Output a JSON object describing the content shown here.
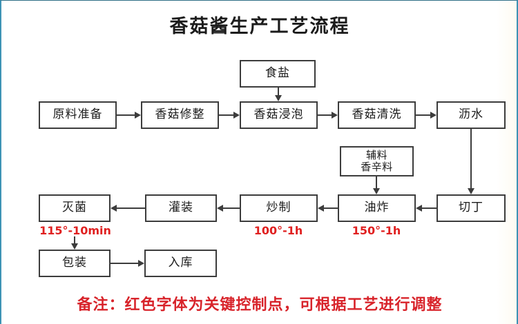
{
  "title": "香菇酱生产工艺流程",
  "footer": "备注：红色字体为关键控制点，可根据工艺进行调整",
  "colors": {
    "box_border": "#3c3c3c",
    "connector": "#3c3c3c",
    "highlight_red": "#e02020",
    "footer_red": "#d8232a",
    "page_border": "#3d93b5",
    "background": "#ffffff"
  },
  "chart_data": {
    "type": "diagram",
    "diagram_kind": "process-flowchart",
    "title": "香菇酱生产工艺流程",
    "direction": "serpentine: row1 left-to-right, row2 right-to-left, row3 left-to-right",
    "nodes": [
      {
        "id": "salt",
        "label": "食盐",
        "row": 0
      },
      {
        "id": "raw_material",
        "label": "原料准备",
        "row": 1
      },
      {
        "id": "trim",
        "label": "香菇修整",
        "row": 1
      },
      {
        "id": "soak",
        "label": "香菇浸泡",
        "row": 1
      },
      {
        "id": "wash",
        "label": "香菇清洗",
        "row": 1
      },
      {
        "id": "drain",
        "label": "沥水",
        "row": 1
      },
      {
        "id": "spices",
        "label": "辅料\n香辛料",
        "row": 2
      },
      {
        "id": "dice",
        "label": "切丁",
        "row": 3
      },
      {
        "id": "fry",
        "label": "油炸",
        "row": 3,
        "note": "150°-1h"
      },
      {
        "id": "stirfry",
        "label": "炒制",
        "row": 3,
        "note": "100°-1h"
      },
      {
        "id": "fill",
        "label": "灌装",
        "row": 3
      },
      {
        "id": "sterilize",
        "label": "灭菌",
        "row": 3,
        "note": "115°-10min"
      },
      {
        "id": "package",
        "label": "包装",
        "row": 4
      },
      {
        "id": "warehouse",
        "label": "入库",
        "row": 4
      }
    ],
    "edges": [
      {
        "from": "raw_material",
        "to": "trim"
      },
      {
        "from": "trim",
        "to": "soak"
      },
      {
        "from": "salt",
        "to": "soak"
      },
      {
        "from": "soak",
        "to": "wash"
      },
      {
        "from": "wash",
        "to": "drain"
      },
      {
        "from": "drain",
        "to": "dice"
      },
      {
        "from": "dice",
        "to": "fry"
      },
      {
        "from": "spices",
        "to": "fry"
      },
      {
        "from": "fry",
        "to": "stirfry"
      },
      {
        "from": "stirfry",
        "to": "fill"
      },
      {
        "from": "fill",
        "to": "sterilize"
      },
      {
        "from": "sterilize",
        "to": "package"
      },
      {
        "from": "package",
        "to": "warehouse"
      }
    ],
    "annotations": [
      {
        "target": "sterilize",
        "text": "115°-10min",
        "color": "#e02020"
      },
      {
        "target": "stirfry",
        "text": "100°-1h",
        "color": "#e02020"
      },
      {
        "target": "fry",
        "text": "150°-1h",
        "color": "#e02020"
      }
    ],
    "legend_note": "备注：红色字体为关键控制点，可根据工艺进行调整"
  },
  "nodes": {
    "salt": "食盐",
    "raw_material": "原料准备",
    "trim": "香菇修整",
    "soak": "香菇浸泡",
    "wash": "香菇清洗",
    "drain": "沥水",
    "spices_line1": "辅料",
    "spices_line2": "香辛料",
    "dice": "切丁",
    "fry": "油炸",
    "stirfry": "炒制",
    "fill": "灌装",
    "sterilize": "灭菌",
    "package": "包装",
    "warehouse": "入库"
  },
  "annotations": {
    "sterilize_param": "115°-10min",
    "stirfry_param": "100°-1h",
    "fry_param": "150°-1h"
  }
}
